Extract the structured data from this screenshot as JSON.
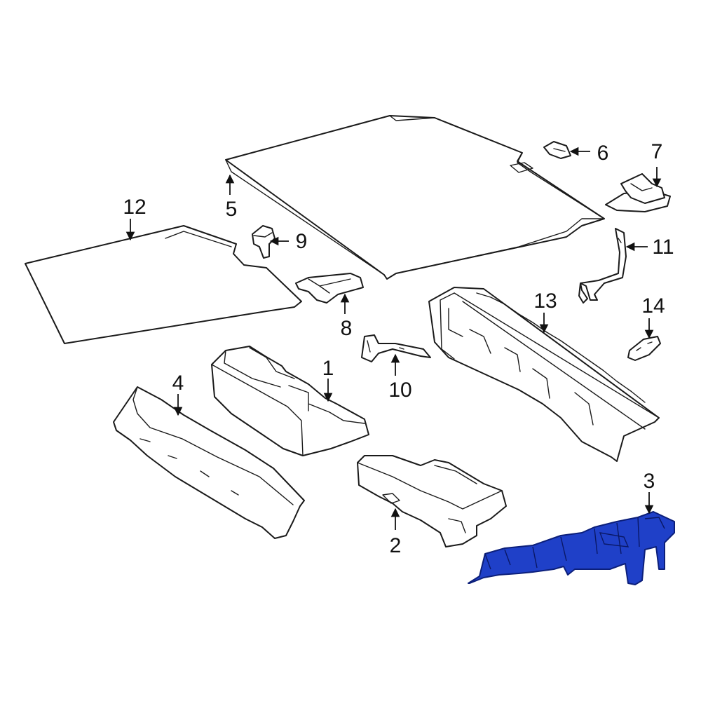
{
  "diagram": {
    "highlight_color": "#1f40c8",
    "callouts": [
      {
        "id": "1",
        "label": "1"
      },
      {
        "id": "2",
        "label": "2"
      },
      {
        "id": "3",
        "label": "3",
        "highlighted": true
      },
      {
        "id": "4",
        "label": "4"
      },
      {
        "id": "5",
        "label": "5"
      },
      {
        "id": "6",
        "label": "6"
      },
      {
        "id": "7",
        "label": "7"
      },
      {
        "id": "8",
        "label": "8"
      },
      {
        "id": "9",
        "label": "9"
      },
      {
        "id": "10",
        "label": "10"
      },
      {
        "id": "11",
        "label": "11"
      },
      {
        "id": "12",
        "label": "12"
      },
      {
        "id": "13",
        "label": "13"
      },
      {
        "id": "14",
        "label": "14"
      }
    ]
  }
}
